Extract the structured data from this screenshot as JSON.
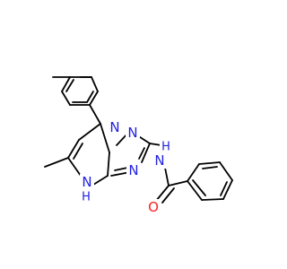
{
  "molecule": {
    "atom_labels": {
      "n_ring_top": "N",
      "n_ring_bridge": "N",
      "n_ring_lower": "N",
      "n_amide": "N",
      "h_amide": "H",
      "n_ring_nh": "N",
      "h_ring_nh": "H",
      "o_carbonyl": "O"
    },
    "colors": {
      "carbon_bond": "#000000",
      "nitrogen": "#1f1fe0",
      "oxygen": "#ff2020"
    }
  }
}
